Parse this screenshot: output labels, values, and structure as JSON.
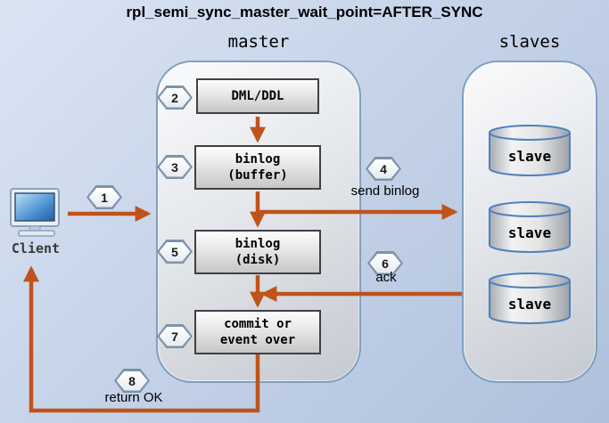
{
  "title": "rpl_semi_sync_master_wait_point=AFTER_SYNC",
  "groups": {
    "master": {
      "label": "master"
    },
    "slaves": {
      "label": "slaves"
    }
  },
  "client": {
    "label": "Client"
  },
  "nodes": {
    "dml": {
      "label": "DML/DDL"
    },
    "binlog_buffer": {
      "label": "binlog\n(buffer)"
    },
    "binlog_disk": {
      "label": "binlog\n(disk)"
    },
    "commit": {
      "label": "commit or\nevent over"
    }
  },
  "slave_nodes": [
    {
      "label": "slave"
    },
    {
      "label": "slave"
    },
    {
      "label": "slave"
    }
  ],
  "steps": [
    {
      "num": "1"
    },
    {
      "num": "2"
    },
    {
      "num": "3"
    },
    {
      "num": "4"
    },
    {
      "num": "5"
    },
    {
      "num": "6"
    },
    {
      "num": "7"
    },
    {
      "num": "8"
    }
  ],
  "edge_labels": {
    "send_binlog": "send binlog",
    "ack": "ack",
    "return_ok": "return OK"
  },
  "colors": {
    "arrow": "#c0531a",
    "container_border": "#7f9fc0",
    "cylinder_stroke": "#4f81bd"
  }
}
